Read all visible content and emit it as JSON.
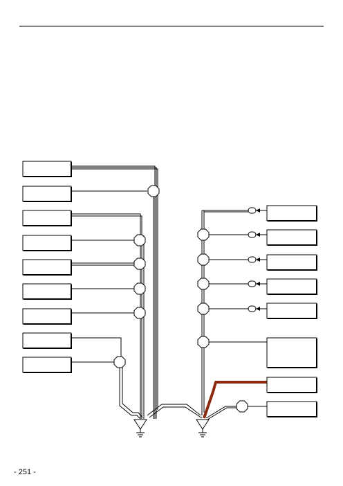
{
  "page": {
    "number": "- 251 -"
  },
  "colors": {
    "highlight_wire": "#8b2a0e",
    "wire": "#000000",
    "background": "#ffffff"
  },
  "left_components": [
    {
      "id": "L1",
      "label": ""
    },
    {
      "id": "L2",
      "label": ""
    },
    {
      "id": "L3",
      "label": ""
    },
    {
      "id": "L4",
      "label": ""
    },
    {
      "id": "L5",
      "label": ""
    },
    {
      "id": "L6",
      "label": ""
    },
    {
      "id": "L7",
      "label": ""
    },
    {
      "id": "L8",
      "label": ""
    },
    {
      "id": "L9",
      "label": ""
    }
  ],
  "right_components": [
    {
      "id": "R1",
      "label": ""
    },
    {
      "id": "R2",
      "label": ""
    },
    {
      "id": "R3",
      "label": ""
    },
    {
      "id": "R4",
      "label": ""
    },
    {
      "id": "R5",
      "label": ""
    },
    {
      "id": "R6",
      "label": ""
    },
    {
      "id": "R7",
      "label": ""
    },
    {
      "id": "R8",
      "label": ""
    }
  ],
  "grounds": [
    {
      "id": "G1",
      "icon": "ground-icon"
    },
    {
      "id": "G2",
      "icon": "ground-icon"
    }
  ]
}
